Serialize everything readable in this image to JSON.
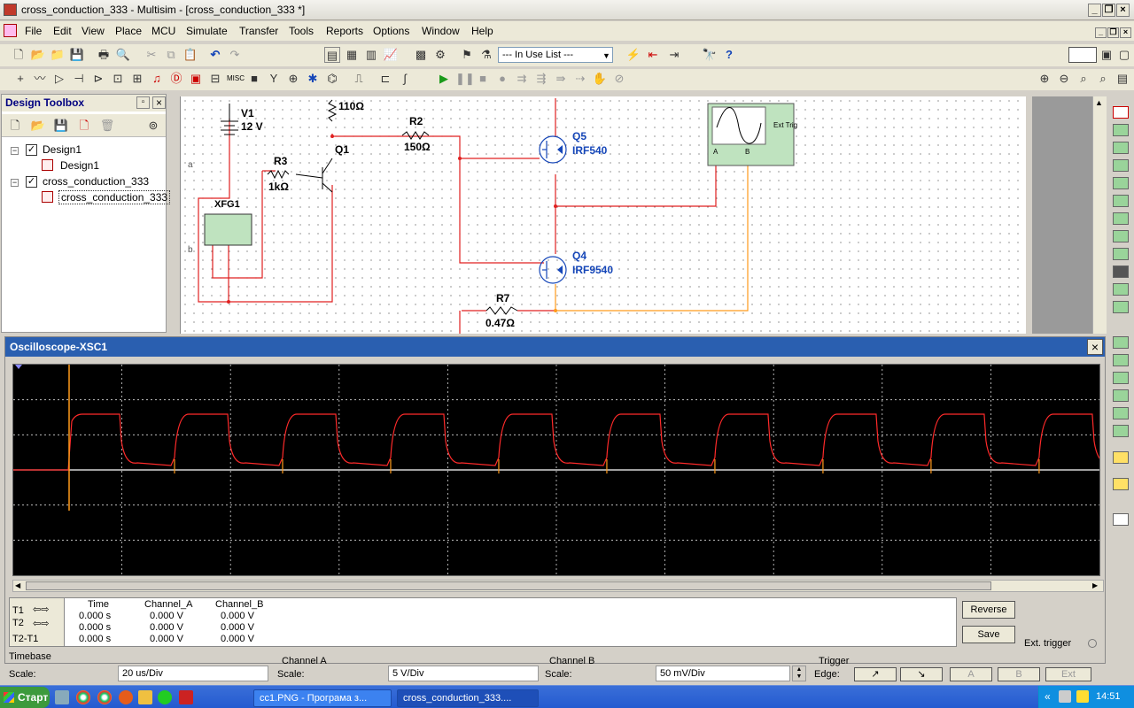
{
  "app": {
    "title": "cross_conduction_333 - Multisim - [cross_conduction_333 *]"
  },
  "menu": [
    "File",
    "Edit",
    "View",
    "Place",
    "MCU",
    "Simulate",
    "Transfer",
    "Tools",
    "Reports",
    "Options",
    "Window",
    "Help"
  ],
  "toolbar": {
    "in_use_list": "--- In Use List ---"
  },
  "toolbox": {
    "title": "Design Toolbox",
    "tree": [
      "Design1",
      "Design1",
      "cross_conduction_333",
      "cross_conduction_333"
    ]
  },
  "schematic": {
    "v1_name": "V1",
    "v1_value": "12 V",
    "r110": "110Ω",
    "r2_name": "R2",
    "r2_value": "150Ω",
    "r3_name": "R3",
    "r3_value": "1kΩ",
    "q1": "Q1",
    "q5_name": "Q5",
    "q5_model": "IRF540",
    "q4_name": "Q4",
    "q4_model": "IRF9540",
    "r7_name": "R7",
    "r7_value": "0.47Ω",
    "xfg1": "XFG1",
    "ext_trig": "Ext Trig",
    "pin_a": "A",
    "pin_b": "B",
    "margin_a": "a",
    "margin_b": "b"
  },
  "scope": {
    "title": "Oscilloscope-XSC1",
    "headers": [
      "Time",
      "Channel_A",
      "Channel_B"
    ],
    "rows": [
      {
        "label": "T1",
        "time": "0.000 s",
        "a": "0.000 V",
        "b": "0.000 V"
      },
      {
        "label": "T2",
        "time": "0.000 s",
        "a": "0.000 V",
        "b": "0.000 V"
      },
      {
        "label": "T2-T1",
        "time": "0.000 s",
        "a": "0.000 V",
        "b": "0.000 V"
      }
    ],
    "reverse": "Reverse",
    "save": "Save",
    "ext_trigger": "Ext. trigger",
    "timebase_label": "Timebase",
    "timebase_scale_label": "Scale:",
    "timebase_scale": "20 us/Div",
    "cha_label": "Channel A",
    "cha_scale_label": "Scale:",
    "cha_scale": "5  V/Div",
    "chb_label": "Channel B",
    "chb_scale_label": "Scale:",
    "chb_scale": "50 mV/Div",
    "trigger_label": "Trigger",
    "edge_label": "Edge:",
    "edge_rise": "↗",
    "edge_fall": "↘",
    "src_a": "A",
    "src_b": "B",
    "src_ext": "Ext",
    "colors": {
      "channel_a": "#ff2a2a",
      "channel_b": "#ff9a1a",
      "grid": "#d8d8d8"
    }
  },
  "taskbar": {
    "start": "Старт",
    "tasks": [
      "cc1.PNG - Програма з...",
      "cross_conduction_333...."
    ],
    "time": "14:51"
  }
}
